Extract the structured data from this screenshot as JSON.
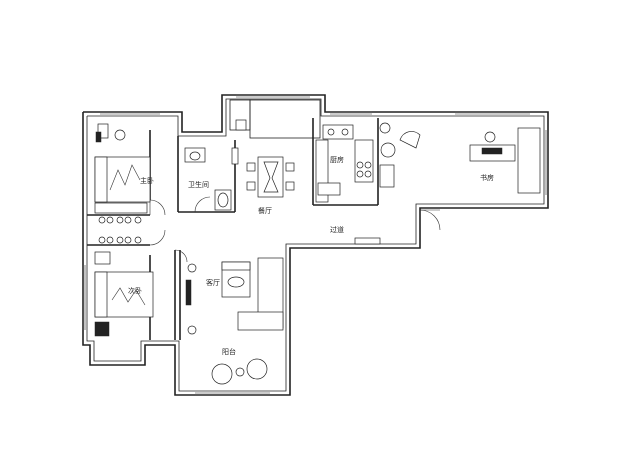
{
  "rooms": {
    "master_bedroom": "主卧",
    "second_bedroom": "次卧",
    "bathroom": "卫生间",
    "dining_room": "餐厅",
    "kitchen": "厨房",
    "study": "书房",
    "living_room": "客厅",
    "balcony": "阳台",
    "corridor": "过道"
  }
}
